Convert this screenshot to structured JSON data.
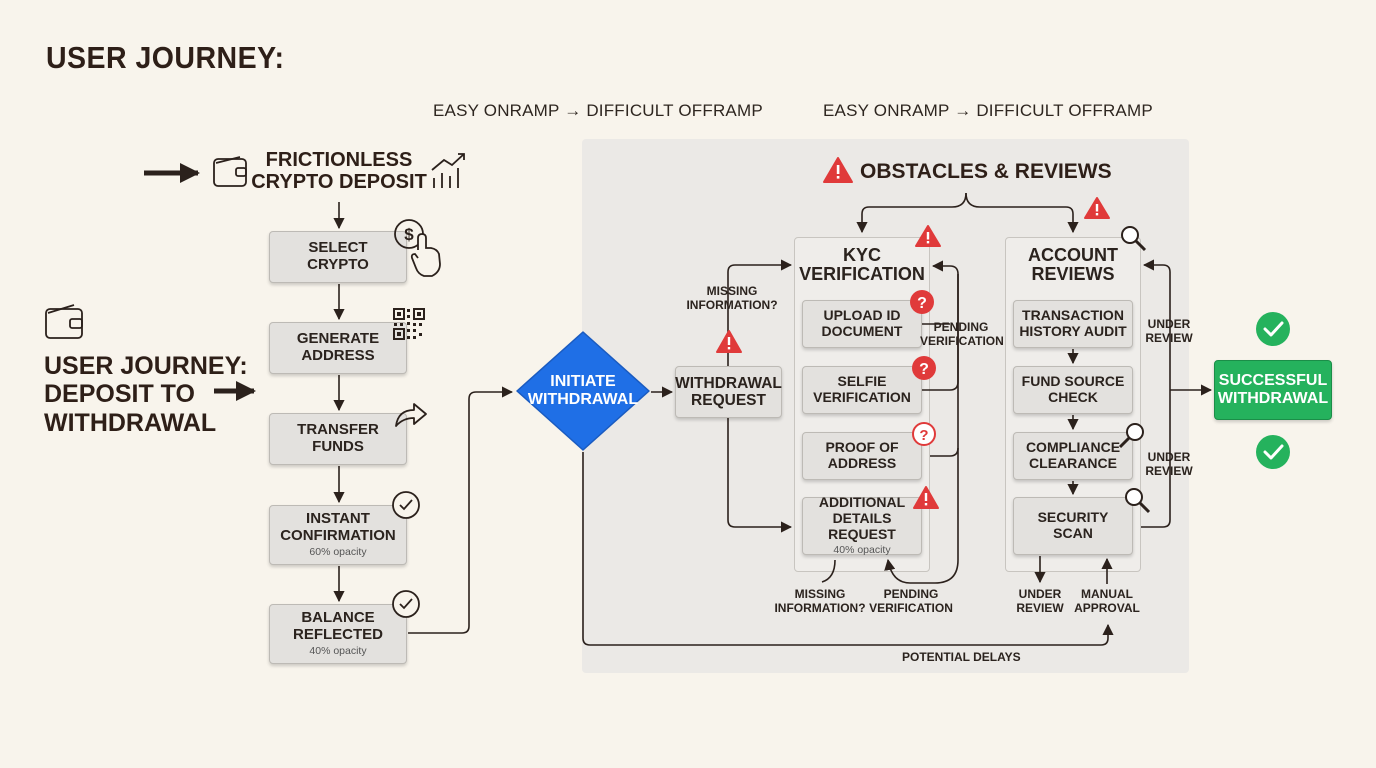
{
  "title": "USER JOURNEY:",
  "subtitle_left": "EASY ONRAMP → DIFFICULT OFFRAMP",
  "subtitle_right": "EASY ONRAMP → DIFFICULT OFFRAMP",
  "deposit_header": "FRICTIONLESS\nCRYPTO DEPOSIT",
  "side_label": "USER JOURNEY:\nDEPOSIT TO\nWITHDRAWAL",
  "deposit_steps": [
    {
      "label": "SELECT\nCRYPTO",
      "note": ""
    },
    {
      "label": "GENERATE\nADDRESS",
      "note": ""
    },
    {
      "label": "TRANSFER\nFUNDS",
      "note": ""
    },
    {
      "label": "INSTANT\nCONFIRMATION",
      "note": "60% opacity"
    },
    {
      "label": "BALANCE\nREFLECTED",
      "note": "40% opacity"
    }
  ],
  "initiate": "INITIATE\nWITHDRAWAL",
  "withdrawal_request": "WITHDRAWAL\nREQUEST",
  "obstacles_title": "OBSTACLES & REVIEWS",
  "kyc": {
    "title": "KYC\nVERIFICATION",
    "steps": [
      {
        "label": "UPLOAD ID\nDOCUMENT",
        "note": ""
      },
      {
        "label": "SELFIE\nVERIFICATION",
        "note": ""
      },
      {
        "label": "PROOF OF\nADDRESS",
        "note": ""
      },
      {
        "label": "ADDITIONAL\nDETAILS REQUEST",
        "note": "40% opacity"
      }
    ]
  },
  "account": {
    "title": "ACCOUNT\nREVIEWS",
    "steps": [
      {
        "label": "TRANSACTION\nHISTORY AUDIT"
      },
      {
        "label": "FUND SOURCE\nCHECK"
      },
      {
        "label": "COMPLIANCE\nCLEARANCE"
      },
      {
        "label": "SECURITY\nSCAN"
      }
    ]
  },
  "labels": {
    "missing_info_top": "MISSING\nINFORMATION?",
    "pending_verification_right": "PENDING\nVERIFICATION",
    "missing_info_bottom": "MISSING\nINFORMATION?",
    "pending_verification_bottom": "PENDING\nVERIFICATION",
    "under_review_top": "UNDER\nREVIEW",
    "under_review_mid": "UNDER\nREVIEW",
    "under_review_bottom": "UNDER\nREVIEW",
    "manual_approval": "MANUAL\nAPPROVAL",
    "potential_delays": "POTENTIAL DELAYS"
  },
  "success": "SUCCESSFUL\nWITHDRAWAL",
  "colors": {
    "background": "#f8f4ec",
    "panel": "#ebe9e6",
    "node": "#e3e1de",
    "accent_blue": "#1f6fe6",
    "success_green": "#25b25d",
    "warning_red": "#e03a3a",
    "text_dark": "#2e1f18"
  },
  "icons": [
    "wallet-icon",
    "chart-up-icon",
    "dollar-click-icon",
    "qr-code-icon",
    "share-arrow-icon",
    "check-circle-icon",
    "warning-icon",
    "question-icon",
    "magnifier-icon",
    "green-check-icon"
  ]
}
